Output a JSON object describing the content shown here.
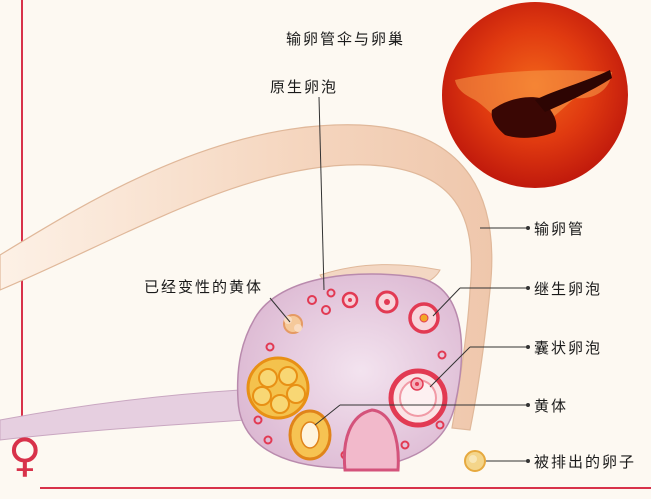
{
  "title": "输卵管伞与卵巢",
  "labels": {
    "primordial_follicle": "原生卵泡",
    "fallopian_tube": "输卵管",
    "degenerated_corpus_luteum": "已经变性的黄体",
    "secondary_follicle": "继生卵泡",
    "vesicular_follicle": "囊状卵泡",
    "corpus_luteum": "黄体",
    "released_ovum": "被排出的卵子"
  },
  "symbol": "♀",
  "colors": {
    "background": "#fdf9f2",
    "tube": "#f6dcc8",
    "ovary": "#e9cde3",
    "follicle": "#e23a53",
    "corpus_luteum": "#f2a626",
    "frame_line": "#d8324a",
    "photo": "#d52a0d"
  }
}
